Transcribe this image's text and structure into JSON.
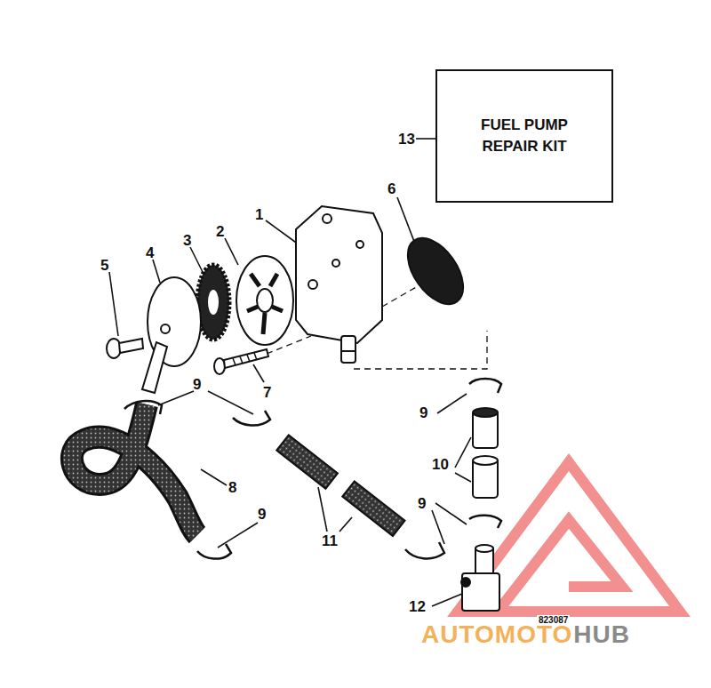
{
  "diagram": {
    "nodes": [
      {
        "text": [
          "FUEL PUMP REPAIR KIT"
        ]
      }
    ],
    "labels": [
      "13",
      "6",
      "1",
      "2",
      "3",
      "4",
      "5",
      "7",
      "9",
      "9",
      "8",
      "9",
      "10",
      "9",
      "11",
      "12",
      "823087",
      "AUTOMOTO",
      "HUB"
    ]
  }
}
